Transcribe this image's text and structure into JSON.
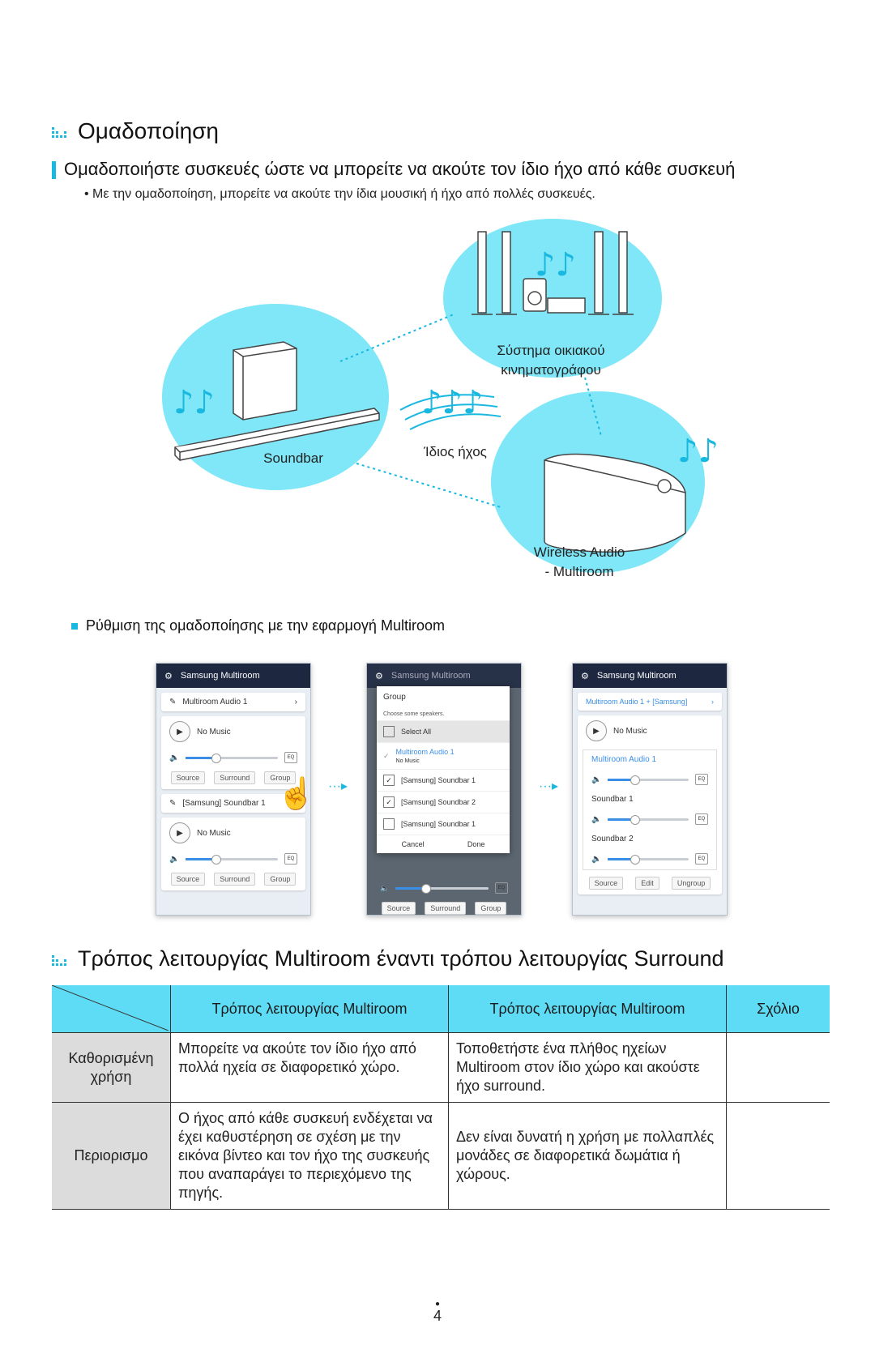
{
  "section1": {
    "title": "Ομαδοποίηση",
    "subtitle": "Ομαδοποιήστε συσκευές ώστε να μπορείτε να ακούτε τον ίδιο ήχο από κάθε συσκευή",
    "bullet": "Με την ομαδοποίηση, μπορείτε να ακούτε την ίδια μουσική ή ήχο από πολλές συσκευές."
  },
  "diagram": {
    "soundbar_label": "Soundbar",
    "home_theater_label_1": "Σύστημα οικιακού",
    "home_theater_label_2": "κινηματογράφου",
    "same_sound_label": "Ίδιος ήχος",
    "wireless_label_1": "Wireless Audio",
    "wireless_label_2": "- Multiroom"
  },
  "setup_heading": "Ρύθμιση της ομαδοποίησης με την εφαρμογή Multiroom",
  "phones": {
    "app_title": "Samsung Multiroom",
    "p1": {
      "speaker1": "Multiroom Audio 1",
      "speaker2": "[Samsung] Soundbar 1",
      "no_music": "No Music",
      "eq": "EQ",
      "btn_source": "Source",
      "btn_surround": "Surround",
      "btn_group": "Group"
    },
    "p2": {
      "dialog_title": "Group",
      "dialog_hint": "Choose some speakers.",
      "select_all": "Select All",
      "item0": "Multiroom Audio 1",
      "item0_sub": "No Music",
      "item1": "[Samsung] Soundbar 1",
      "item2": "[Samsung] Soundbar 2",
      "item3": "[Samsung] Soundbar 1",
      "cancel": "Cancel",
      "done": "Done",
      "btn_source": "Source",
      "btn_surround": "Surround",
      "btn_group": "Group",
      "eq": "EQ"
    },
    "p3": {
      "group_name": "Multiroom Audio 1 + [Samsung]",
      "no_music": "No Music",
      "m1": "Multiroom Audio 1",
      "m2": "Soundbar 1",
      "m3": "Soundbar 2",
      "eq": "EQ",
      "btn_source": "Source",
      "btn_edit": "Edit",
      "btn_ungroup": "Ungroup"
    }
  },
  "section2": {
    "title": "Τρόπος λειτουργίας Multiroom έναντι τρόπου λειτουργίας Surround"
  },
  "table": {
    "headers": [
      "Τρόπος λειτουργίας Multiroom",
      "Τρόπος λειτουργίας Multiroom",
      "Σχόλιο"
    ],
    "rows": [
      {
        "label_1": "Καθορισμένη",
        "label_2": "χρήση",
        "col1": "Μπορείτε να ακούτε τον ίδιο ήχο από πολλά ηχεία σε διαφορετικό χώρο.",
        "col2": "Τοποθετήστε ένα πλήθος ηχείων Multiroom στον ίδιο χώρο και ακούστε ήχο surround.",
        "col3": ""
      },
      {
        "label_1": "Περιορισμο",
        "label_2": "",
        "col1": "Ο ήχος από κάθε συσκευή ενδέχεται να έχει καθυστέρηση σε σχέση με την εικόνα βίντεο και τον ήχο της συσκευής που αναπαράγει το περιεχόμενο της πηγής.",
        "col2": "Δεν είναι δυνατή η χρήση με πολλαπλές μονάδες σε διαφορετικά δωμάτια ή χώρους.",
        "col3": ""
      }
    ]
  },
  "page_number": "4",
  "colors": {
    "accent": "#19b8e0",
    "bubble": "#7fe7f7",
    "table_header": "#5fdcf5"
  }
}
